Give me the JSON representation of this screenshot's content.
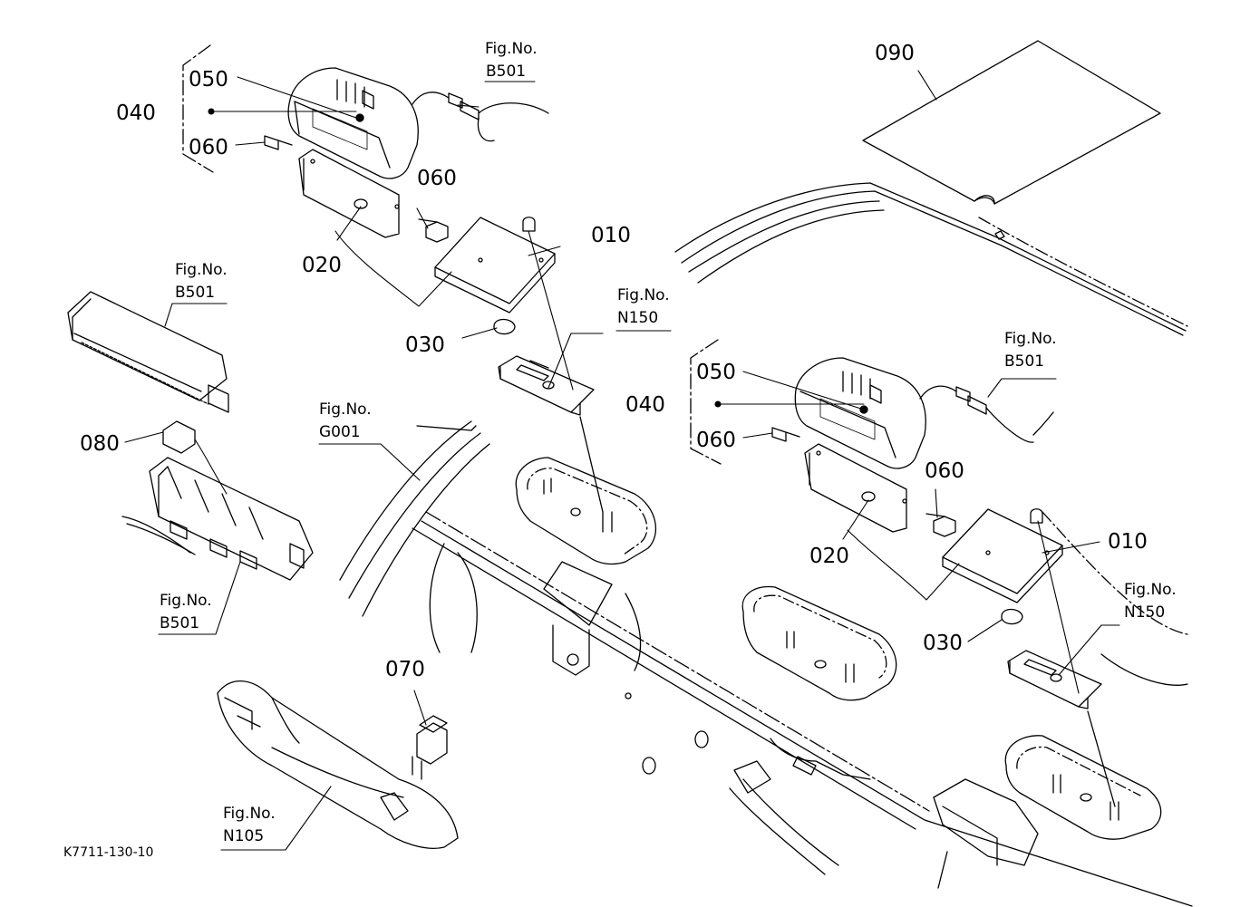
{
  "diagram_code": "K7711-130-10",
  "parts": {
    "p010": "010",
    "p020": "020",
    "p030": "030",
    "p040": "040",
    "p050": "050",
    "p060": "060",
    "p070": "070",
    "p080": "080",
    "p090": "090"
  },
  "fig_refs": {
    "fig_prefix": "Fig.No.",
    "b501": "B501",
    "n150": "N150",
    "g001": "G001",
    "n105": "N105"
  }
}
